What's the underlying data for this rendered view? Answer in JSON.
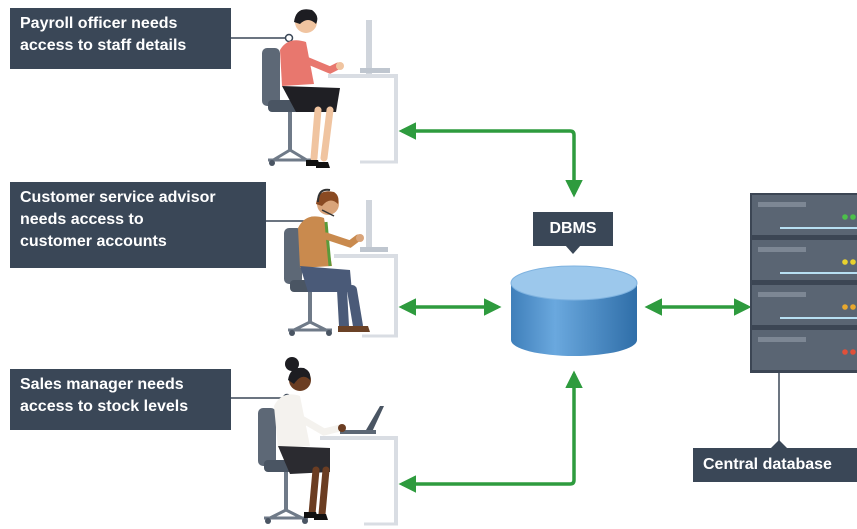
{
  "labels": {
    "payroll": "Payroll officer needs\naccess to staff details",
    "customer_service": "Customer service advisor\nneeds access to\ncustomer accounts",
    "sales": "Sales manager needs\naccess to stock levels",
    "dbms": "DBMS",
    "central_database": "Central database"
  },
  "colors": {
    "label_background": "#3a4757",
    "label_text": "#ffffff",
    "arrow": "#2e9b3e",
    "dbms_cylinder": "#5b9bd1",
    "server": "#4a5563"
  },
  "icons": {
    "worker_1": "person-at-desktop-computer",
    "worker_2": "person-with-headset-at-computer",
    "worker_3": "person-at-laptop",
    "dbms": "database-cylinder",
    "server": "server-rack"
  }
}
